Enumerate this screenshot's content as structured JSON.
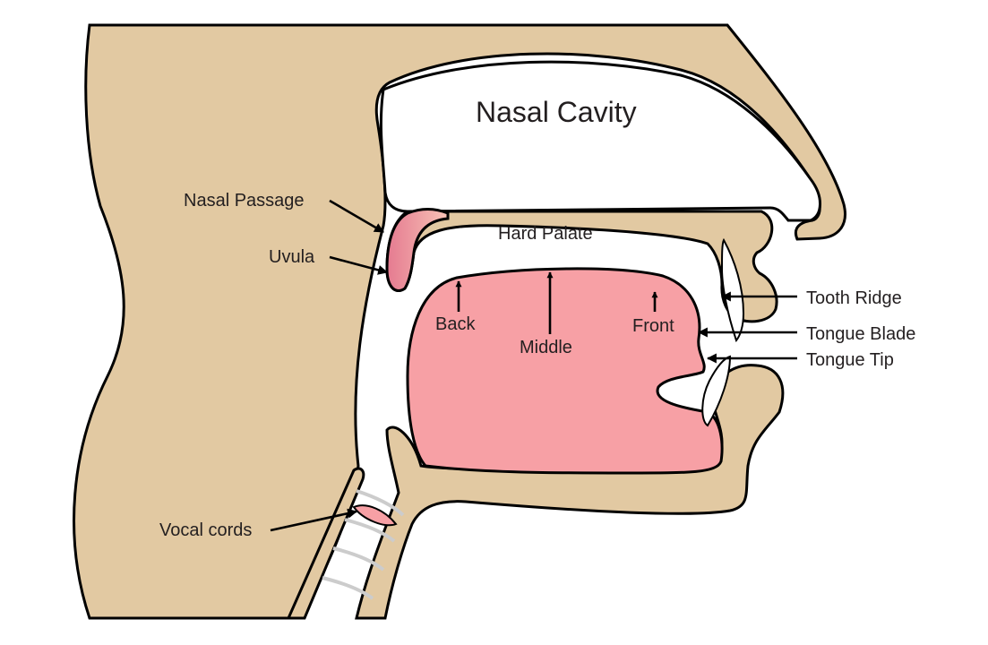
{
  "colors": {
    "skin": "#e2c9a2",
    "tongue": "#f7a0a5",
    "outline": "#000000",
    "uvula_light": "#f7c3b6",
    "uvula_dark": "#e57a90",
    "tooth": "#ffffff",
    "cord_rings": "#cccccc"
  },
  "labels": {
    "nasal_cavity": "Nasal Cavity",
    "nasal_passage": "Nasal Passage",
    "uvula": "Uvula",
    "hard_palate": "Hard Palate",
    "back": "Back",
    "middle": "Middle",
    "front": "Front",
    "tooth_ridge": "Tooth Ridge",
    "tongue_blade": "Tongue Blade",
    "tongue_tip": "Tongue Tip",
    "vocal_cords": "Vocal cords"
  }
}
